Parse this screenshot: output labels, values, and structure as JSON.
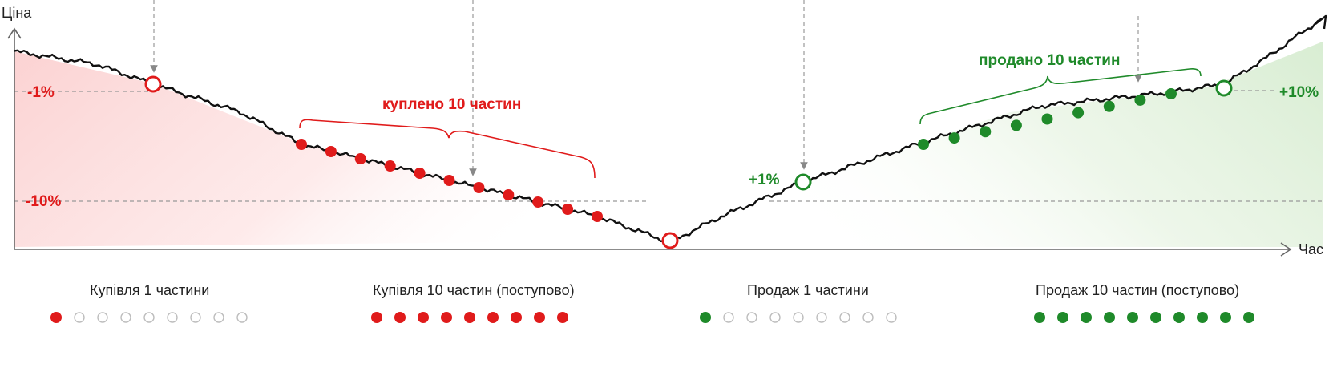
{
  "axes": {
    "y_label": "Ціна",
    "x_label": "Час"
  },
  "levels": {
    "minus1": "-1%",
    "minus10": "-10%",
    "plus1": "+1%",
    "plus10": "+10%"
  },
  "annotations": {
    "bought": "куплено 10 частин",
    "sold": "продано 10 частин"
  },
  "colors": {
    "buy": "#e01b1b",
    "sell": "#1f8a2a",
    "line": "#111111",
    "axis": "#666666",
    "empty_dot": "#bdbdbd"
  },
  "legend": [
    {
      "label": "Купівля 1 частини",
      "color": "buy",
      "filled": 1,
      "total": 9
    },
    {
      "label": "Купівля 10 частин (поступово)",
      "color": "buy",
      "filled": 9,
      "total": 9
    },
    {
      "label": "Продаж 1 частини",
      "color": "sell",
      "filled": 1,
      "total": 9
    },
    {
      "label": "Продаж 10 частин (поступово)",
      "color": "sell",
      "filled": 10,
      "total": 10
    }
  ]
}
